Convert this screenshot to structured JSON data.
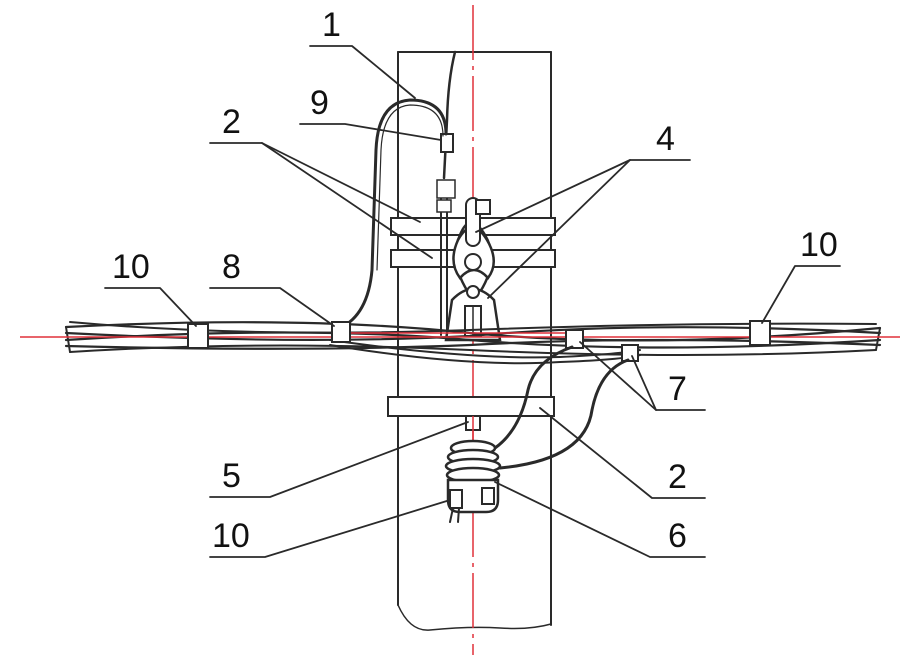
{
  "labels": {
    "l1": "1",
    "l9": "9",
    "l2_top": "2",
    "l4": "4",
    "l10_left": "10",
    "l8": "8",
    "l10_right": "10",
    "l7": "7",
    "l5": "5",
    "l2_bottom": "2",
    "l6": "6",
    "l10_bottom": "10"
  },
  "colors": {
    "ink": "#2a2a2a",
    "centerline": "#e0303a",
    "background": "#ffffff"
  }
}
